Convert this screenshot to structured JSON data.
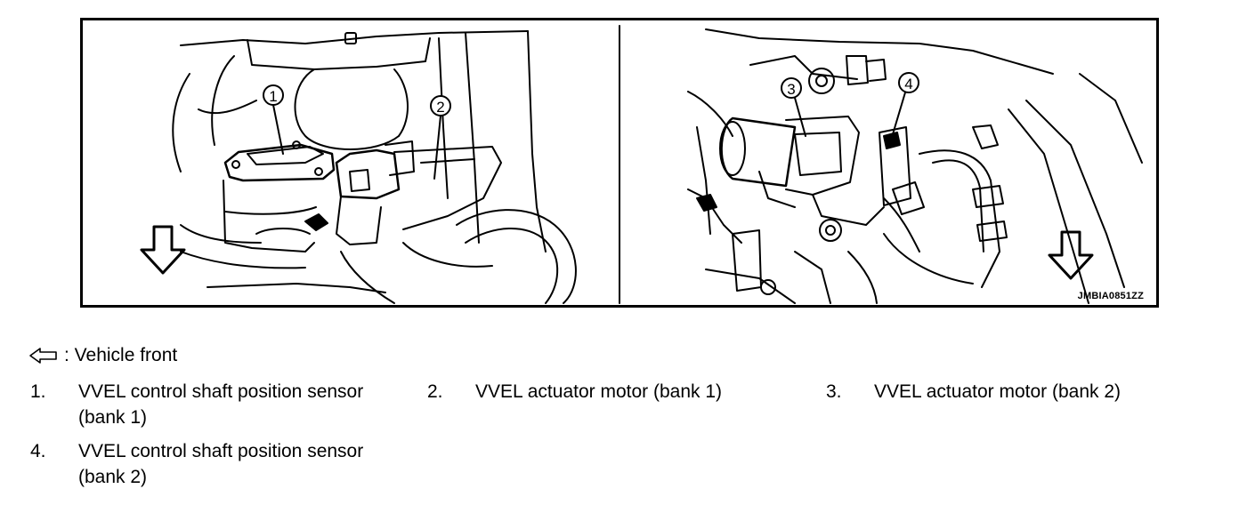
{
  "figure": {
    "code": "JMBIA0851ZZ",
    "callouts": [
      "1",
      "2",
      "3",
      "4"
    ],
    "front_arrow_icon": "arrow-down-outline-icon"
  },
  "legend": {
    "icon": "arrow-left-outline-icon",
    "text": ": Vehicle front"
  },
  "items": [
    {
      "num": "1.",
      "text": "VVEL control shaft position sensor",
      "text2": "(bank 1)"
    },
    {
      "num": "2.",
      "text": "VVEL actuator motor (bank 1)"
    },
    {
      "num": "3.",
      "text": "VVEL actuator motor (bank 2)"
    },
    {
      "num": "4.",
      "text": "VVEL control shaft position sensor",
      "text2": "(bank 2)"
    }
  ]
}
